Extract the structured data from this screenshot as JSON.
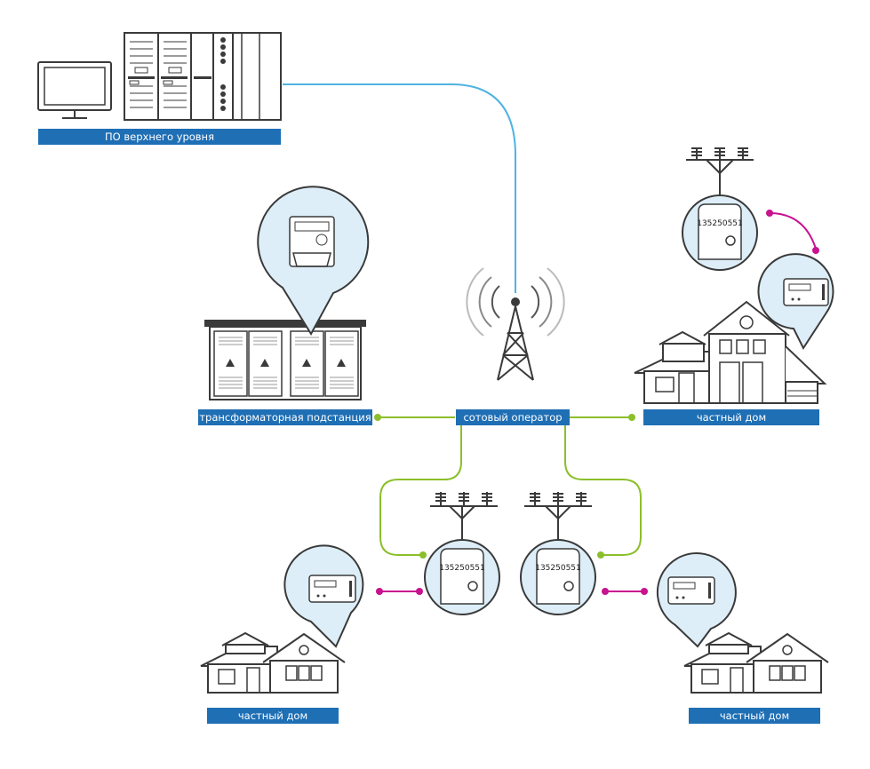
{
  "labels": {
    "server": "ПО верхнего уровня",
    "substation": "трансформаторная подстанция",
    "operator": "сотовый оператор",
    "house_right": "частный дом",
    "house_bottom_left": "частный дом",
    "house_bottom_right": "частный дом"
  },
  "meter_number": "135250551",
  "colors": {
    "label_bg": "#1f6fb5",
    "label_text": "#ffffff",
    "link_server": "#4fb3e0",
    "link_green": "#8bbf2a",
    "link_magenta": "#c8128f",
    "bubble_fill": "#ddeef8",
    "line": "#3a3a3a"
  },
  "icons": [
    "computer-monitor-icon",
    "server-rack-icon",
    "cell-tower-icon",
    "substation-icon",
    "power-pole-icon",
    "electricity-meter-icon",
    "house-icon"
  ]
}
